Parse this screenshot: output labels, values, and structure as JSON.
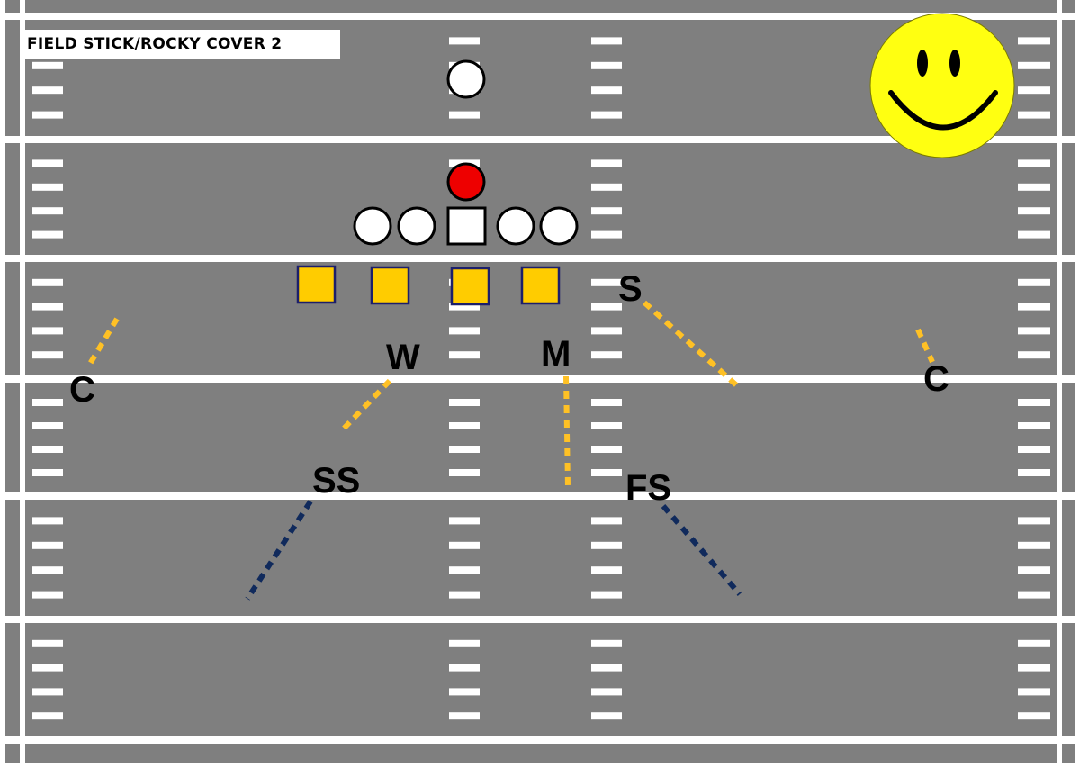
{
  "title": "FIELD STICK/ROCKY COVER 2",
  "colors": {
    "field": "#7f7f7f",
    "lines": "#ffffff",
    "defense_fill": "#ffcc00",
    "defense_stroke": "#1c1f6b",
    "ball_carrier": "#ee0000",
    "underneath_drop": "#ffc125",
    "deep_drop": "#102a5c",
    "smiley": "#ffff11"
  },
  "offense": {
    "ball_carrier": "red-circle",
    "center": "square",
    "linemen_count": 4,
    "backfield_count": 1
  },
  "defense": {
    "down_linemen_count": 4,
    "labels": {
      "corner_left": "C",
      "corner_right": "C",
      "will": "W",
      "mike": "M",
      "sam": "S",
      "strong_safety": "SS",
      "free_safety": "FS"
    }
  },
  "smiley_icon": "smiley-face-icon"
}
